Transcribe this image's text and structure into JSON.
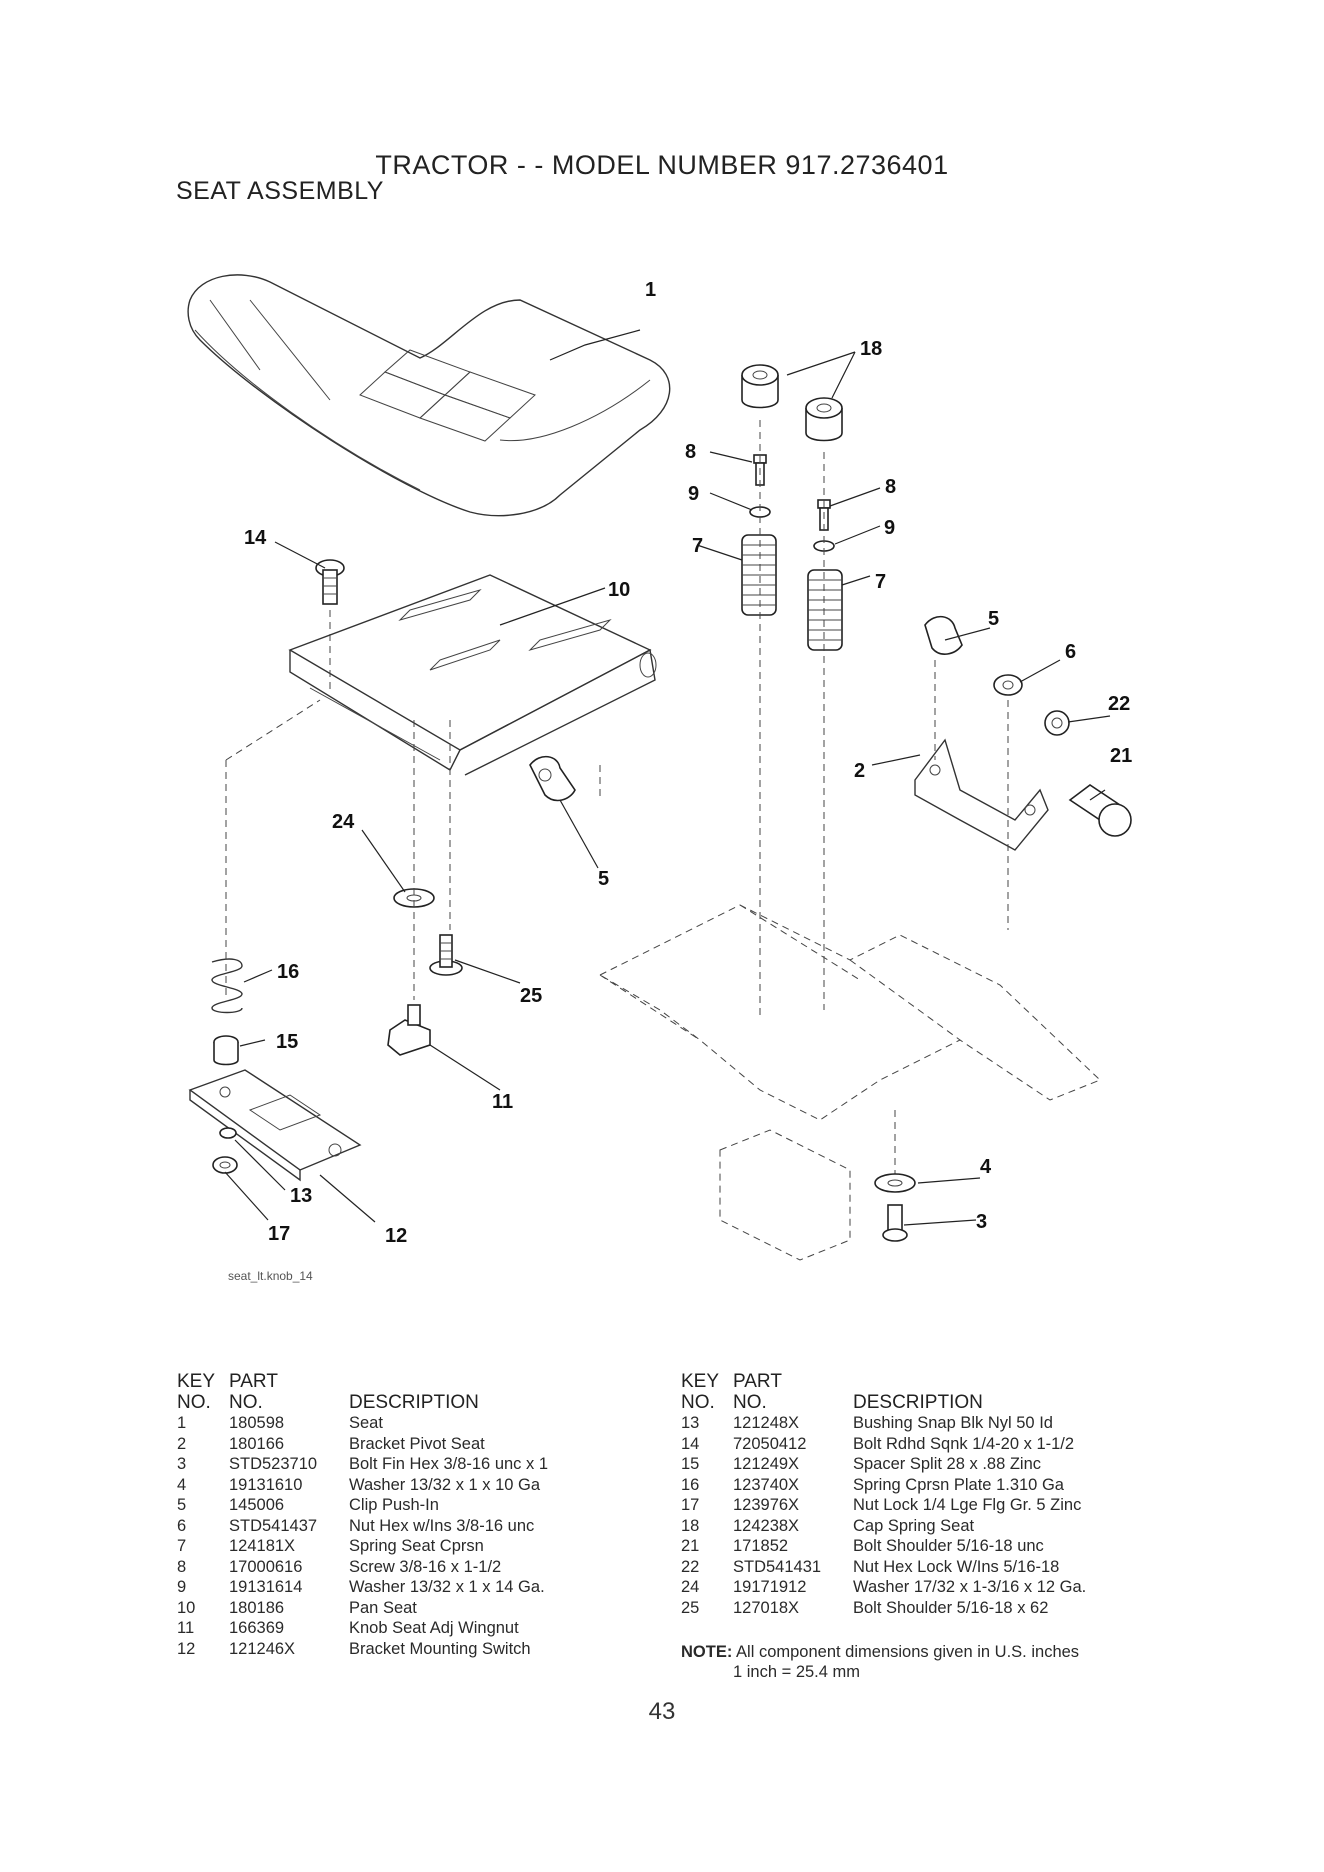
{
  "header": {
    "title": "TRACTOR - - MODEL NUMBER 917.2736401",
    "subtitle": "SEAT ASSEMBLY"
  },
  "diagram": {
    "caption": "seat_lt.knob_14",
    "callouts": [
      "1",
      "18",
      "8",
      "9",
      "7",
      "8",
      "9",
      "7",
      "14",
      "10",
      "5",
      "6",
      "22",
      "21",
      "2",
      "24",
      "5",
      "16",
      "25",
      "15",
      "11",
      "4",
      "3",
      "13",
      "17",
      "12"
    ]
  },
  "table_headers": {
    "key_line1": "KEY",
    "key_line2": "NO.",
    "part_line1": "PART",
    "part_line2": "NO.",
    "description": "DESCRIPTION"
  },
  "parts_left": [
    {
      "key": "1",
      "part": "180598",
      "desc": "Seat"
    },
    {
      "key": "2",
      "part": "180166",
      "desc": "Bracket Pivot Seat"
    },
    {
      "key": "3",
      "part": "STD523710",
      "desc": "Bolt Fin Hex 3/8-16 unc x 1"
    },
    {
      "key": "4",
      "part": "19131610",
      "desc": "Washer 13/32 x 1 x 10 Ga"
    },
    {
      "key": "5",
      "part": "145006",
      "desc": "Clip Push-In"
    },
    {
      "key": "6",
      "part": "STD541437",
      "desc": "Nut Hex w/Ins 3/8-16 unc"
    },
    {
      "key": "7",
      "part": "124181X",
      "desc": "Spring Seat Cprsn"
    },
    {
      "key": "8",
      "part": "17000616",
      "desc": "Screw 3/8-16 x 1-1/2"
    },
    {
      "key": "9",
      "part": "19131614",
      "desc": "Washer 13/32 x 1 x 14 Ga."
    },
    {
      "key": "10",
      "part": "180186",
      "desc": "Pan Seat"
    },
    {
      "key": "11",
      "part": "166369",
      "desc": "Knob Seat Adj Wingnut"
    },
    {
      "key": "12",
      "part": "121246X",
      "desc": "Bracket Mounting Switch"
    }
  ],
  "parts_right": [
    {
      "key": "13",
      "part": "121248X",
      "desc": "Bushing Snap Blk Nyl 50 Id"
    },
    {
      "key": "14",
      "part": "72050412",
      "desc": "Bolt Rdhd Sqnk 1/4-20 x 1-1/2"
    },
    {
      "key": "15",
      "part": "121249X",
      "desc": "Spacer Split 28 x .88 Zinc"
    },
    {
      "key": "16",
      "part": "123740X",
      "desc": "Spring Cprsn Plate 1.310 Ga"
    },
    {
      "key": "17",
      "part": "123976X",
      "desc": "Nut Lock 1/4 Lge Flg Gr. 5 Zinc"
    },
    {
      "key": "18",
      "part": "124238X",
      "desc": "Cap Spring Seat"
    },
    {
      "key": "21",
      "part": "171852",
      "desc": "Bolt Shoulder 5/16-18 unc"
    },
    {
      "key": "22",
      "part": "STD541431",
      "desc": "Nut Hex Lock W/Ins 5/16-18"
    },
    {
      "key": "24",
      "part": "19171912",
      "desc": "Washer 17/32 x 1-3/16 x 12 Ga."
    },
    {
      "key": "25",
      "part": "127018X",
      "desc": "Bolt Shoulder 5/16-18 x 62"
    }
  ],
  "note": {
    "label": "NOTE:",
    "line1": "All component dimensions given in U.S. inches",
    "line2": "1 inch = 25.4 mm"
  },
  "page_number": "43"
}
